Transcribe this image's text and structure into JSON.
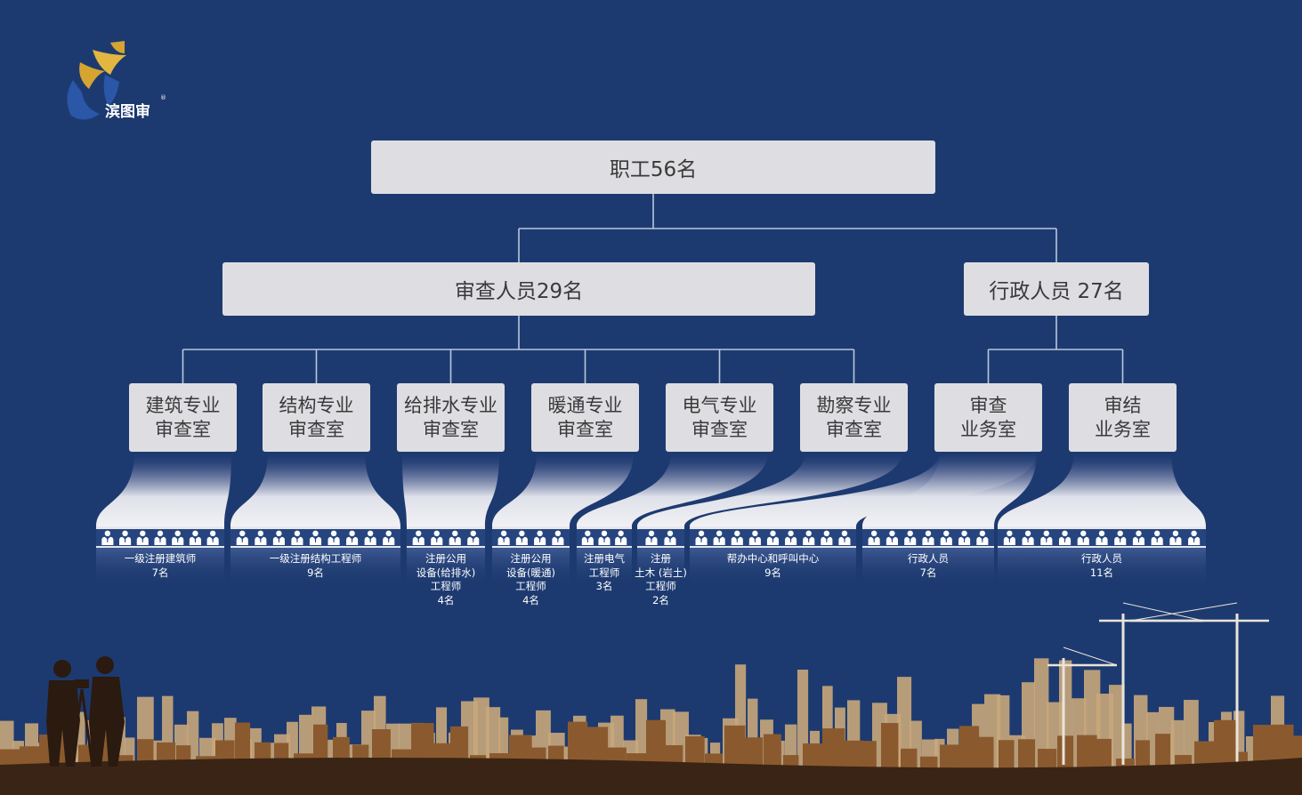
{
  "logo": {
    "text": "滨图审",
    "mark": "®"
  },
  "colors": {
    "background": "#1d3a70",
    "box": "#dedee2",
    "line": "#b9c6dd",
    "skyline_far": "#c9a77b",
    "skyline_near": "#8a5a2e",
    "ground": "#3a2415"
  },
  "org": {
    "root": "职工56名",
    "branches": [
      {
        "label": "审查人员29名"
      },
      {
        "label": "行政人员 27名"
      }
    ],
    "departments": [
      {
        "line1": "建筑专业",
        "line2": "审查室"
      },
      {
        "line1": "结构专业",
        "line2": "审查室"
      },
      {
        "line1": "给排水专业",
        "line2": "审查室"
      },
      {
        "line1": "暖通专业",
        "line2": "审查室"
      },
      {
        "line1": "电气专业",
        "line2": "审查室"
      },
      {
        "line1": "勘察专业",
        "line2": "审查室"
      },
      {
        "line1": "审查",
        "line2": "业务室"
      },
      {
        "line1": "审结",
        "line2": "业务室"
      }
    ],
    "groups": [
      {
        "lines": [
          "一级注册建筑师",
          "7名"
        ],
        "count": 7
      },
      {
        "lines": [
          "一级注册结构工程师",
          "9名"
        ],
        "count": 9
      },
      {
        "lines": [
          "注册公用",
          "设备(给排水)",
          "工程师",
          "4名"
        ],
        "count": 4
      },
      {
        "lines": [
          "注册公用",
          "设备(暖通)",
          "工程师",
          "4名"
        ],
        "count": 4
      },
      {
        "lines": [
          "注册电气",
          "工程师",
          "3名"
        ],
        "count": 3
      },
      {
        "lines": [
          "注册",
          "土木 (岩土)",
          "工程师",
          "2名"
        ],
        "count": 2
      },
      {
        "lines": [
          "帮办中心和呼叫中心",
          "9名"
        ],
        "count": 9
      },
      {
        "lines": [
          "行政人员",
          "7名"
        ],
        "count": 7
      },
      {
        "lines": [
          "行政人员",
          "11名"
        ],
        "count": 11
      }
    ]
  }
}
